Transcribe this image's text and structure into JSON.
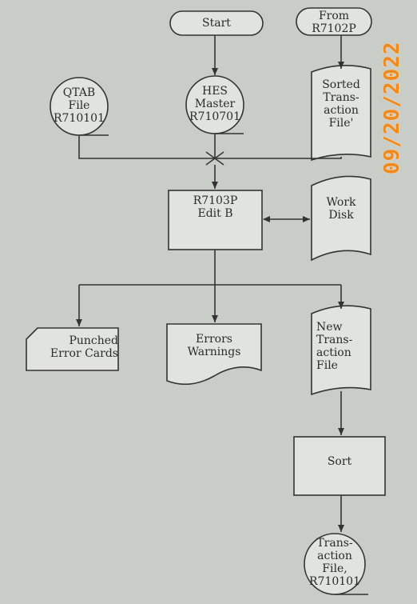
{
  "date_stamp": "09/20/2022",
  "nodes": {
    "start": "Start",
    "from": "From\nR7102P",
    "qtab": "QTAB\nFile\nR710101",
    "hes": "HES\nMaster\nR710701",
    "sorted": "Sorted\nTrans-\naction\nFile'",
    "edit": "R7103P\nEdit B",
    "work": "Work\nDisk",
    "punched": "Punched\nError Cards",
    "errors": "Errors\nWarnings",
    "newtrans": "New\nTrans-\naction\nFile",
    "sort": "Sort",
    "final": "Trans-\naction\nFile,\nR710101"
  },
  "colors": {
    "line": "#333333",
    "fill": "#e1e4de",
    "paper": "#c9cdc8",
    "stamp": "#f08a1c"
  }
}
